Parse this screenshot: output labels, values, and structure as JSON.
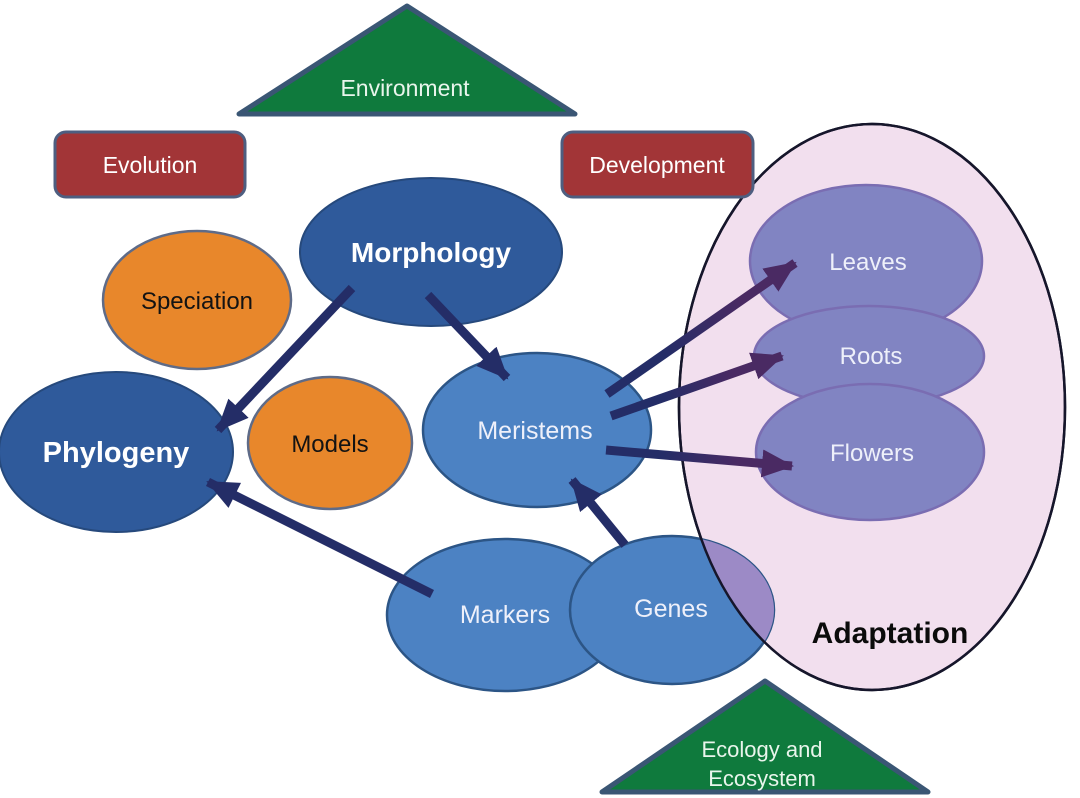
{
  "colors": {
    "dark_blue": "#2F5A9B",
    "medium_blue": "#4C82C3",
    "orange": "#E8872B",
    "dark_red": "#A23537",
    "green": "#0F7A3D",
    "pink": "#F2DFEE",
    "organ_purple": "#8184C2",
    "overlap_purple": "#9C8AC6",
    "arrow_navy": "#242D67",
    "arrow_purple": "#4A2A63"
  },
  "nodes": {
    "environment": {
      "label": "Environment",
      "shape": "triangle-up",
      "color": "#0F7A3D"
    },
    "evolution": {
      "label": "Evolution",
      "shape": "rounded-rect",
      "color": "#A23537"
    },
    "development": {
      "label": "Development",
      "shape": "rounded-rect",
      "color": "#A23537"
    },
    "morphology": {
      "label": "Morphology",
      "shape": "ellipse",
      "color": "#2F5A9B"
    },
    "speciation": {
      "label": "Speciation",
      "shape": "ellipse",
      "color": "#E8872B"
    },
    "phylogeny": {
      "label": "Phylogeny",
      "shape": "ellipse",
      "color": "#2F5A9B"
    },
    "models": {
      "label": "Models",
      "shape": "ellipse",
      "color": "#E8872B"
    },
    "meristems": {
      "label": "Meristems",
      "shape": "ellipse",
      "color": "#4C82C3"
    },
    "markers": {
      "label": "Markers",
      "shape": "ellipse",
      "color": "#4C82C3"
    },
    "genes": {
      "label": "Genes",
      "shape": "ellipse",
      "color": "#4C82C3"
    },
    "leaves": {
      "label": "Leaves",
      "shape": "ellipse",
      "color": "#8184C2"
    },
    "roots": {
      "label": "Roots",
      "shape": "ellipse",
      "color": "#8184C2"
    },
    "flowers": {
      "label": "Flowers",
      "shape": "ellipse",
      "color": "#8184C2"
    },
    "adaptation": {
      "label": "Adaptation",
      "shape": "large-ellipse",
      "color": "#F2DFEE"
    },
    "ecology": {
      "line1": "Ecology and",
      "line2": "Ecosystem",
      "shape": "triangle-up",
      "color": "#0F7A3D"
    }
  },
  "edges": [
    {
      "from": "Morphology",
      "to": "Phylogeny"
    },
    {
      "from": "Morphology",
      "to": "Meristems"
    },
    {
      "from": "Markers",
      "to": "Phylogeny"
    },
    {
      "from": "Genes",
      "to": "Meristems"
    },
    {
      "from": "Meristems",
      "to": "Leaves"
    },
    {
      "from": "Meristems",
      "to": "Roots"
    },
    {
      "from": "Meristems",
      "to": "Flowers"
    }
  ]
}
